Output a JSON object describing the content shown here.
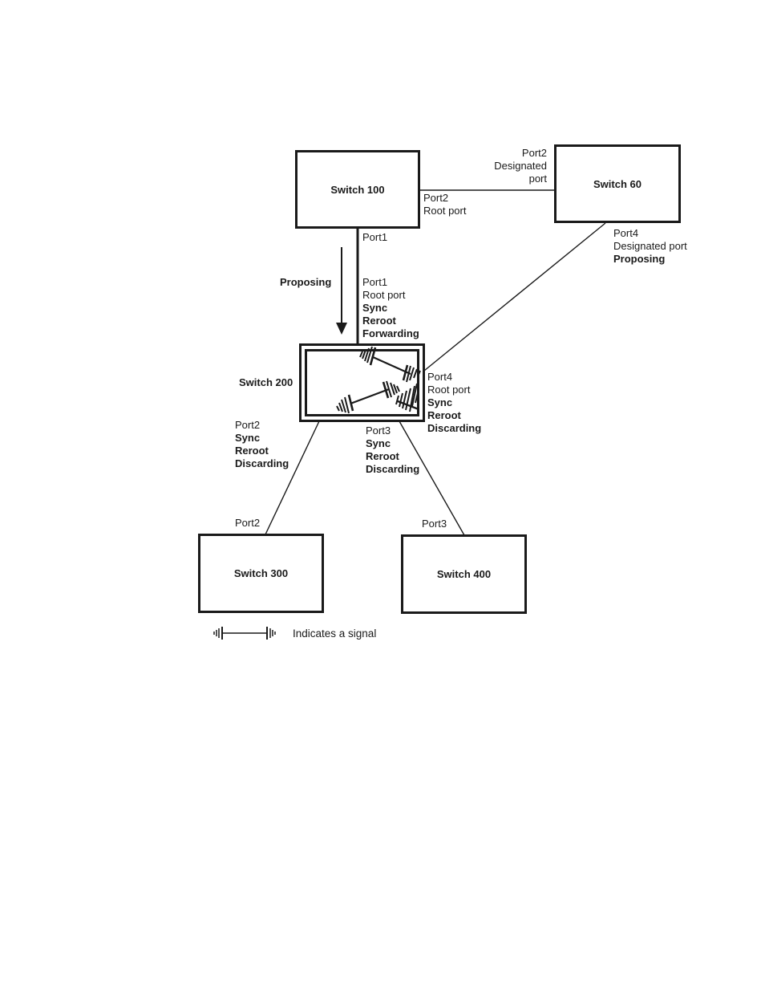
{
  "switches": {
    "s100": "Switch 100",
    "s60": "Switch 60",
    "s200": "Switch 200",
    "s300": "Switch 300",
    "s400": "Switch 400"
  },
  "labels": {
    "s60_port2": [
      "Port2",
      "Designated",
      "port"
    ],
    "s100_port2": [
      "Port2",
      "Root port"
    ],
    "s100_port1": "Port1",
    "s60_port4": [
      "Port4",
      "Designated port"
    ],
    "s60_port4_state": "Proposing",
    "proposing_arrow": "Proposing",
    "s200_port1": [
      "Port1",
      "Root port"
    ],
    "s200_port1_states": [
      "Sync",
      "Reroot",
      "Forwarding"
    ],
    "s200_port4": [
      "Port4",
      "Root port"
    ],
    "s200_port4_states": [
      "Sync",
      "Reroot",
      "Discarding"
    ],
    "s200_port2": "Port2",
    "s200_port2_states": [
      "Sync",
      "Reroot",
      "Discarding"
    ],
    "s200_port3": "Port3",
    "s200_port3_states": [
      "Sync",
      "Reroot",
      "Discarding"
    ],
    "s300_port2": "Port2",
    "s400_port3": "Port3"
  },
  "legend": {
    "signal_text": "Indicates a signal",
    "signal_icon": "signal-icon"
  }
}
